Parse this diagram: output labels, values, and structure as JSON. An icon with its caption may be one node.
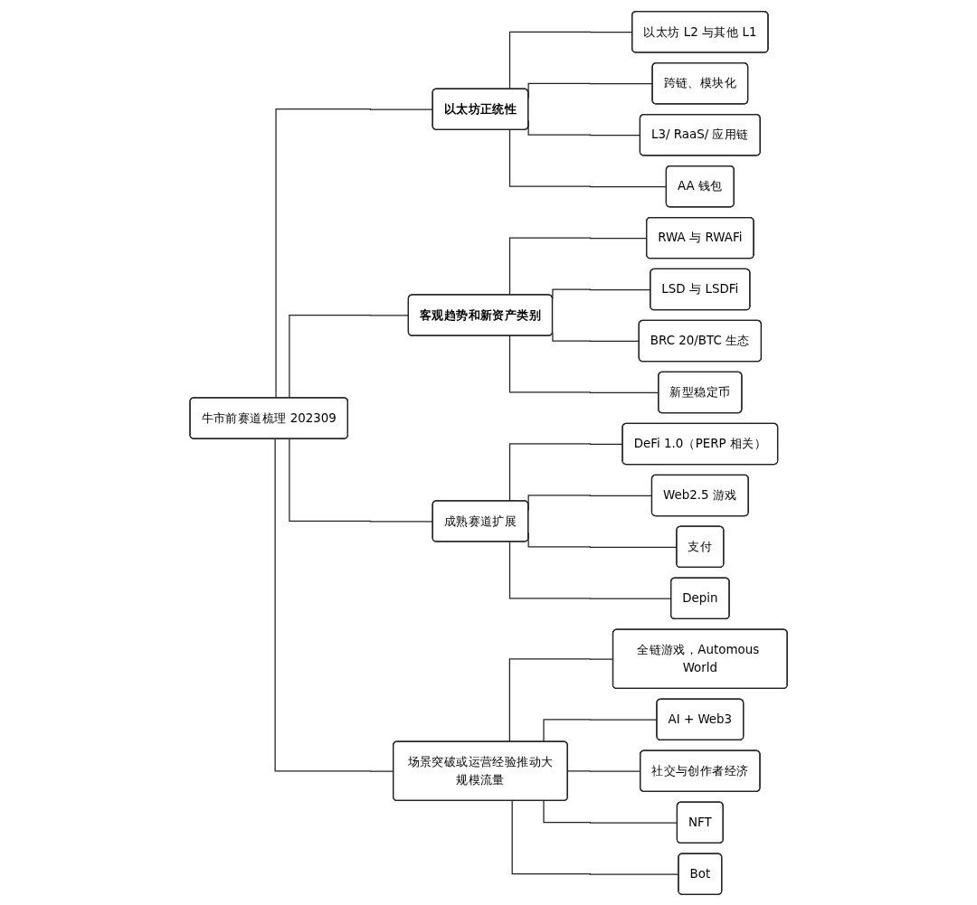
{
  "diagram": {
    "nodes": [
      {
        "text": [
          "牛市前赛道梳理 202309"
        ]
      },
      {
        "text": [
          "以太坊正统性"
        ]
      },
      {
        "text": [
          "以太坊 L2 与其他 L1"
        ]
      },
      {
        "text": [
          "跨链、模块化"
        ]
      },
      {
        "text": [
          "L3/ RaaS/ 应用链"
        ]
      },
      {
        "text": [
          "AA 钱包"
        ]
      },
      {
        "text": [
          "客观趋势和新资产类别"
        ]
      },
      {
        "text": [
          "RWA 与 RWAFi"
        ]
      },
      {
        "text": [
          "LSD 与 LSDFi"
        ]
      },
      {
        "text": [
          "BRC 20/BTC 生态"
        ]
      },
      {
        "text": [
          "新型稳定币"
        ]
      },
      {
        "text": [
          "成熟赛道扩展"
        ]
      },
      {
        "text": [
          "DeFi 1.0（PERP 相关）"
        ]
      },
      {
        "text": [
          "Web2.5 游戏"
        ]
      },
      {
        "text": [
          "支付"
        ]
      },
      {
        "text": [
          "Depin"
        ]
      },
      {
        "text": [
          "场景突破或运营经验推动大规模流量"
        ]
      },
      {
        "text": [
          "全链游戏，Automous World"
        ]
      },
      {
        "text": [
          "AI + Web3"
        ]
      },
      {
        "text": [
          "社交与创作者经济"
        ]
      },
      {
        "text": [
          "NFT"
        ]
      },
      {
        "text": [
          "Bot"
        ]
      }
    ],
    "edges": [
      {
        "from": 0,
        "to": 1,
        "arrow": "none"
      },
      {
        "from": 0,
        "to": 6,
        "arrow": "none"
      },
      {
        "from": 0,
        "to": 11,
        "arrow": "none"
      },
      {
        "from": 0,
        "to": 16,
        "arrow": "none"
      },
      {
        "from": 1,
        "to": 2,
        "arrow": "none"
      },
      {
        "from": 1,
        "to": 3,
        "arrow": "none"
      },
      {
        "from": 1,
        "to": 4,
        "arrow": "none"
      },
      {
        "from": 1,
        "to": 5,
        "arrow": "none"
      },
      {
        "from": 6,
        "to": 7,
        "arrow": "none"
      },
      {
        "from": 6,
        "to": 8,
        "arrow": "none"
      },
      {
        "from": 6,
        "to": 9,
        "arrow": "none"
      },
      {
        "from": 6,
        "to": 10,
        "arrow": "none"
      },
      {
        "from": 11,
        "to": 12,
        "arrow": "none"
      },
      {
        "from": 11,
        "to": 13,
        "arrow": "none"
      },
      {
        "from": 11,
        "to": 14,
        "arrow": "none"
      },
      {
        "from": 11,
        "to": 15,
        "arrow": "none"
      },
      {
        "from": 16,
        "to": 17,
        "arrow": "none"
      },
      {
        "from": 16,
        "to": 18,
        "arrow": "none"
      },
      {
        "from": 16,
        "to": 19,
        "arrow": "none"
      },
      {
        "from": 16,
        "to": 20,
        "arrow": "none"
      },
      {
        "from": 16,
        "to": 21,
        "arrow": "none"
      }
    ]
  }
}
